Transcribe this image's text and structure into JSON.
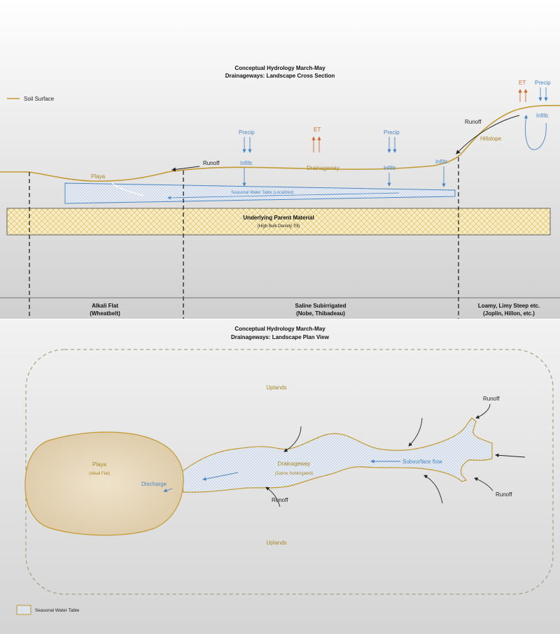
{
  "cross_section": {
    "title_line1": "Conceptual Hydrology March-May",
    "title_line2": "Drainageways: Landscape Cross Section",
    "legend_soil_surface": "Soil Surface",
    "labels": {
      "playa": "Playa",
      "drainageway": "Drainageway",
      "hillslope": "Hillslope",
      "runoff_left": "Runoff",
      "runoff_right": "Runoff",
      "precip_1": "Precip",
      "precip_2": "Precip",
      "precip_3": "Precip",
      "et_1": "ET",
      "et_2": "ET",
      "infiltr_1": "Infiltr.",
      "infiltr_2": "Infiltr.",
      "infiltr_3": "Infiltr.",
      "infiltr_4": "Infiltr.",
      "water_table": "Seasonal Water Table (Localized)",
      "parent_material": "Underlying Parent Material",
      "parent_material_sub": "(High Bulk Density Till)"
    },
    "zones": [
      {
        "name": "Alkali Flat",
        "sub": "(Wheatbelt)"
      },
      {
        "name": "Saline Subirrigated",
        "sub": "(Nobe, Thibadeau)"
      },
      {
        "name": "Loamy, Limy Steep etc.",
        "sub": "(Joplin, Hillon, etc.)"
      }
    ]
  },
  "plan_view": {
    "title_line1": "Conceptual Hydrology March-May",
    "title_line2": "Drainageways: Landscape Plan View",
    "uplands_top": "Uplands",
    "uplands_bottom": "Uplands",
    "playa": "Playa",
    "playa_sub": "(Alkali Flat)",
    "discharge": "Discharge",
    "drainageway": "Drainageway",
    "drainageway_sub": "(Saline Subirrigated)",
    "subsurface_flow": "Subsurface flow",
    "runoff_top_right": "Runoff",
    "runoff_right": "Runoff",
    "runoff_bottom": "Runoff",
    "legend_water_table": "Seasonal Water Table"
  },
  "colors": {
    "soil": "#c39a32",
    "water": "#4a86c6",
    "et": "#d0692e",
    "label_gold": "#a8862a"
  }
}
